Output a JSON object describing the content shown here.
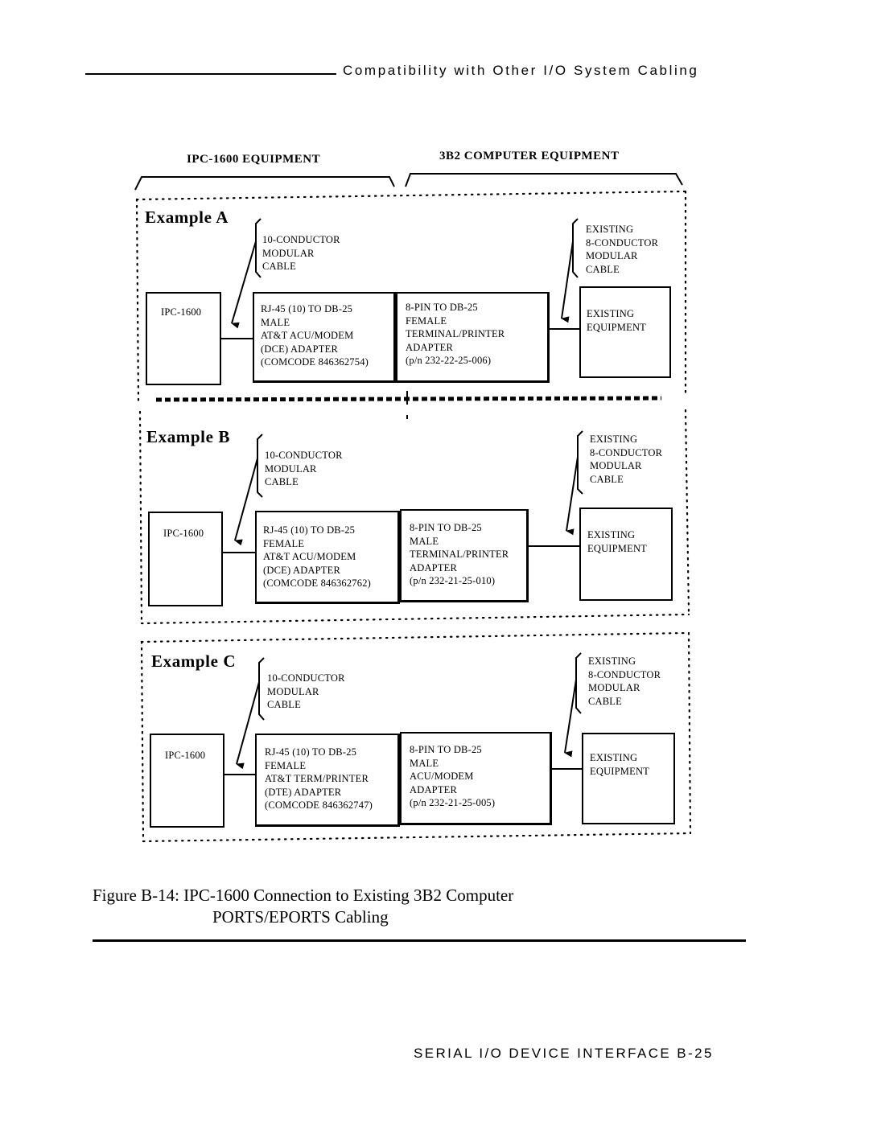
{
  "header": {
    "title": "Compatibility with Other I/O System Cabling"
  },
  "diagram": {
    "group_left": "IPC-1600 EQUIPMENT",
    "group_right": "3B2 COMPUTER EQUIPMENT",
    "examples": [
      {
        "title": "Example A",
        "left_cable": [
          "10-CONDUCTOR",
          "MODULAR",
          "CABLE"
        ],
        "right_cable": [
          "EXISTING",
          "8-CONDUCTOR",
          "MODULAR",
          "CABLE"
        ],
        "ipc_box": "IPC-1600",
        "adapter1": [
          "RJ-45 (10) TO DB-25",
          "MALE",
          "AT&T ACU/MODEM",
          "(DCE) ADAPTER",
          "(COMCODE 846362754)"
        ],
        "adapter2": [
          "8-PIN TO DB-25",
          "FEMALE",
          "TERMINAL/PRINTER",
          "ADAPTER",
          "(p/n 232-22-25-006)"
        ],
        "existing_box": [
          "EXISTING",
          "EQUIPMENT"
        ]
      },
      {
        "title": "Example B",
        "left_cable": [
          "10-CONDUCTOR",
          "MODULAR",
          "CABLE"
        ],
        "right_cable": [
          "EXISTING",
          "8-CONDUCTOR",
          "MODULAR",
          "CABLE"
        ],
        "ipc_box": "IPC-1600",
        "adapter1": [
          "RJ-45 (10) TO DB-25",
          "FEMALE",
          "AT&T ACU/MODEM",
          "(DCE) ADAPTER",
          "(COMCODE 846362762)"
        ],
        "adapter2": [
          "8-PIN TO DB-25",
          "MALE",
          "TERMINAL/PRINTER",
          "ADAPTER",
          "(p/n 232-21-25-010)"
        ],
        "existing_box": [
          "EXISTING",
          "EQUIPMENT"
        ]
      },
      {
        "title": "Example C",
        "left_cable": [
          "10-CONDUCTOR",
          "MODULAR",
          "CABLE"
        ],
        "right_cable": [
          "EXISTING",
          "8-CONDUCTOR",
          "MODULAR",
          "CABLE"
        ],
        "ipc_box": "IPC-1600",
        "adapter1": [
          "RJ-45 (10) TO DB-25",
          "FEMALE",
          "AT&T TERM/PRINTER",
          "(DTE) ADAPTER",
          "(COMCODE 846362747)"
        ],
        "adapter2": [
          "8-PIN TO DB-25",
          "MALE",
          "ACU/MODEM",
          "ADAPTER",
          "(p/n 232-21-25-005)"
        ],
        "existing_box": [
          "EXISTING",
          "EQUIPMENT"
        ]
      }
    ]
  },
  "caption": {
    "line1": "Figure B-14: IPC-1600 Connection to Existing 3B2 Computer",
    "line2": "PORTS/EPORTS Cabling"
  },
  "footer": {
    "text": "SERIAL I/O DEVICE INTERFACE B-25"
  }
}
